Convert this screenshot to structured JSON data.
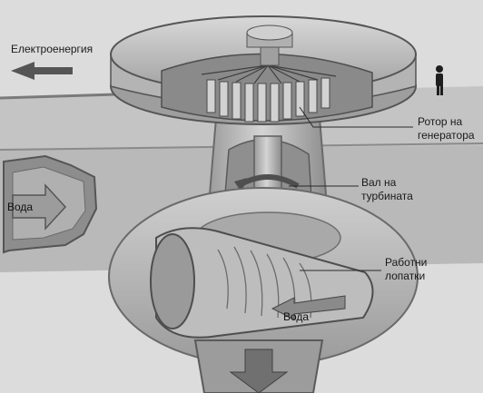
{
  "labels": {
    "electricity": "Електроенергия",
    "rotor_line1": "Ротор на",
    "rotor_line2": "генератора",
    "shaft_line1": "Вал на",
    "shaft_line2": "турбината",
    "blades_line1": "Работни",
    "blades_line2": "лопатки",
    "water_left": "Вода",
    "water_bottom": "Вода"
  },
  "colors": {
    "background": "#d9d9d9",
    "metal_light": "#c9c9c9",
    "metal_mid": "#a8a8a8",
    "metal_dark": "#6e6e6e",
    "rock": "#8a8a8a",
    "arrow": "#5a5a5a"
  }
}
